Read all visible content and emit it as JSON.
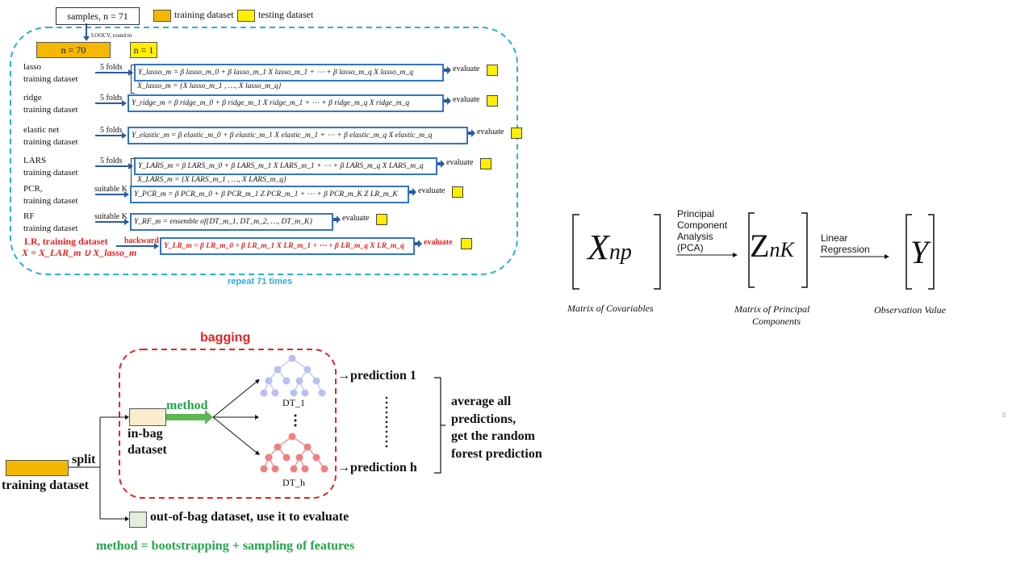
{
  "loocv": {
    "samples_label": "samples, n = 71",
    "legend_train": "training dataset",
    "legend_test": "testing dataset",
    "loocv_note": "LOOCV, round m",
    "n_train": "n = 70",
    "n_test": "n = 1",
    "repeat": "repeat 71 times",
    "colors": {
      "train": "#f5b800",
      "test": "#ffee00",
      "dashed": "#27aee0",
      "eq_border": "#3274c6",
      "highlight": "#e8211f"
    },
    "rows": [
      {
        "label1": "lasso",
        "label2": "training dataset",
        "method": "5 folds",
        "eq": "Y_lasso_m = β lasso_m_0 + β lasso_m_1 X lasso_m_1 + ⋯ + β lasso_m_q X lasso_m_q",
        "sub": "X_lasso_m = {X lasso_m_1 , …, X lasso_m_q}",
        "evaluate": "evaluate"
      },
      {
        "label1": "ridge",
        "label2": "training dataset",
        "method": "5 folds",
        "eq": "Y_ridge_m = β ridge_m_0 + β ridge_m_1 X ridge_m_1 + ⋯ + β ridge_m_q X ridge_m_q",
        "sub": "",
        "evaluate": "evaluate"
      },
      {
        "label1": "elastic net",
        "label2": "training dataset",
        "method": "5 folds",
        "eq": "Y_elastic_m = β elastic_m_0 + β elastic_m_1 X elastic_m_1 + ⋯ + β elastic_m_q X elastic_m_q",
        "sub": "",
        "evaluate": "evaluate"
      },
      {
        "label1": "LARS",
        "label2": "training dataset",
        "method": "5 folds",
        "eq": "Y_LARS_m = β LARS_m_0 + β LARS_m_1 X LARS_m_1 + ⋯ + β LARS_m_q X LARS_m_q",
        "sub": "X_LARS_m = {X LARS_m_1 , …, X LARS_m_q}",
        "evaluate": "evaluate"
      },
      {
        "label1": "PCR,",
        "label2": "training dataset",
        "method": "suitable K",
        "eq": "Y_PCR_m = β PCR_m_0 + β PCR_m_1 Z PCR_m_1 + ⋯ + β PCR_m_K Z LR_m_K",
        "sub": "",
        "evaluate": "evaluate"
      },
      {
        "label1": "RF",
        "label2": "training dataset",
        "method": "suitable K",
        "eq": "Y_RF_m = ensemble of{DT_m_1, DT_m_2, …, DT_m_K}",
        "sub": "",
        "evaluate": "evaluate"
      },
      {
        "label1": "LR, training dataset",
        "label2": "X = X_LAR_m ∪ X_lasso_m",
        "method": "backward",
        "eq": "Y_LR_m = β LR_m_0 + β LR_m_1 X LR_m_1 + ⋯ + β LR_m_q X LR_m_q",
        "sub": "",
        "evaluate": "evaluate"
      }
    ]
  },
  "pca": {
    "x_matrix": "X",
    "x_sub": "np",
    "z_matrix": "Z",
    "z_sub": "nK",
    "y_matrix": "Y",
    "arrow1_label": "Principal Component Analysis (PCA)",
    "arrow2_label": "Linear Regression",
    "caption_x": "Matrix of Covariables",
    "caption_z1": "Matrix of Principal",
    "caption_z2": "Components",
    "caption_y": "Observation Value"
  },
  "bagging": {
    "title": "bagging",
    "split": "split",
    "training_dataset": "training dataset",
    "inbag1": "in-bag",
    "inbag2": "dataset",
    "method": "method",
    "dt1": "DT_1",
    "dth": "DT_h",
    "pred1": "→prediction 1",
    "predh": "→prediction h",
    "average": [
      "average all",
      "predictions,",
      "get the random",
      "forest prediction"
    ],
    "oob": "out-of-bag dataset, use it to evaluate",
    "method_def": "method = bootstrapping + sampling of features",
    "colors": {
      "dashed": "#e8211f",
      "tree1": "#b9bff3",
      "treeh": "#f08080",
      "arrow": "#5bb84f"
    }
  },
  "page_number": "5"
}
